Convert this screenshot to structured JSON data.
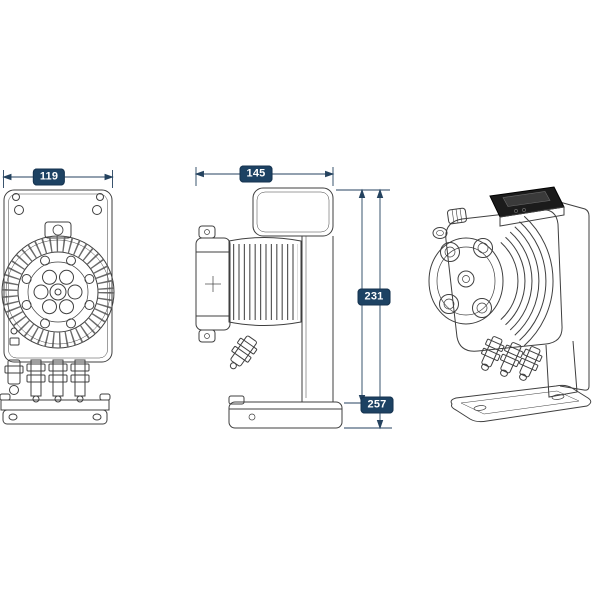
{
  "drawing": {
    "dimensions": {
      "front_width": "119",
      "side_depth": "145",
      "height_to_base": "231",
      "overall_height": "257"
    },
    "colors": {
      "dimension_chip_bg": "#1d4263",
      "dimension_chip_text": "#ffffff",
      "dimension_line": "#24425f",
      "drawing_line": "#3f3f3f",
      "panel_dark": "#1b1b1b",
      "background": "#ffffff"
    }
  }
}
